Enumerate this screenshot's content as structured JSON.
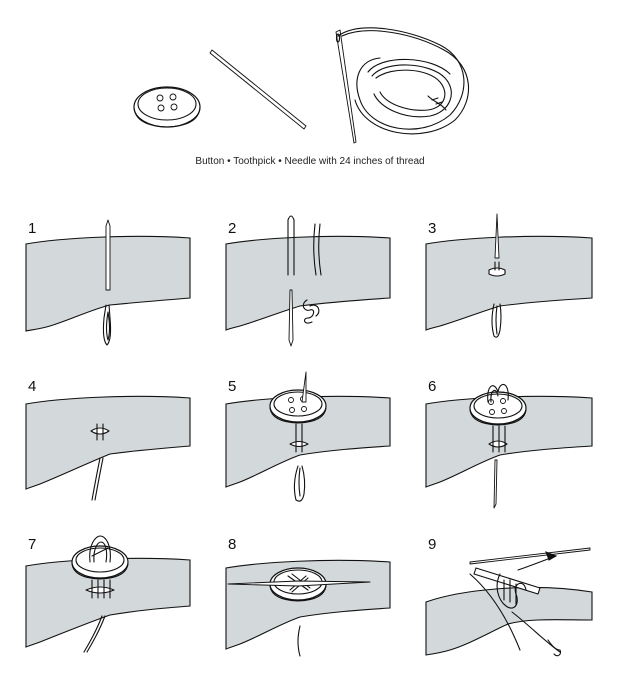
{
  "caption": "Button • Toothpick • Needle with 24 inches of thread",
  "steps": [
    {
      "number": "1"
    },
    {
      "number": "2"
    },
    {
      "number": "3"
    },
    {
      "number": "4"
    },
    {
      "number": "5"
    },
    {
      "number": "6"
    },
    {
      "number": "7"
    },
    {
      "number": "8"
    },
    {
      "number": "9"
    }
  ],
  "colors": {
    "cloth": "#d3d9da",
    "line": "#111111",
    "background": "#ffffff"
  }
}
